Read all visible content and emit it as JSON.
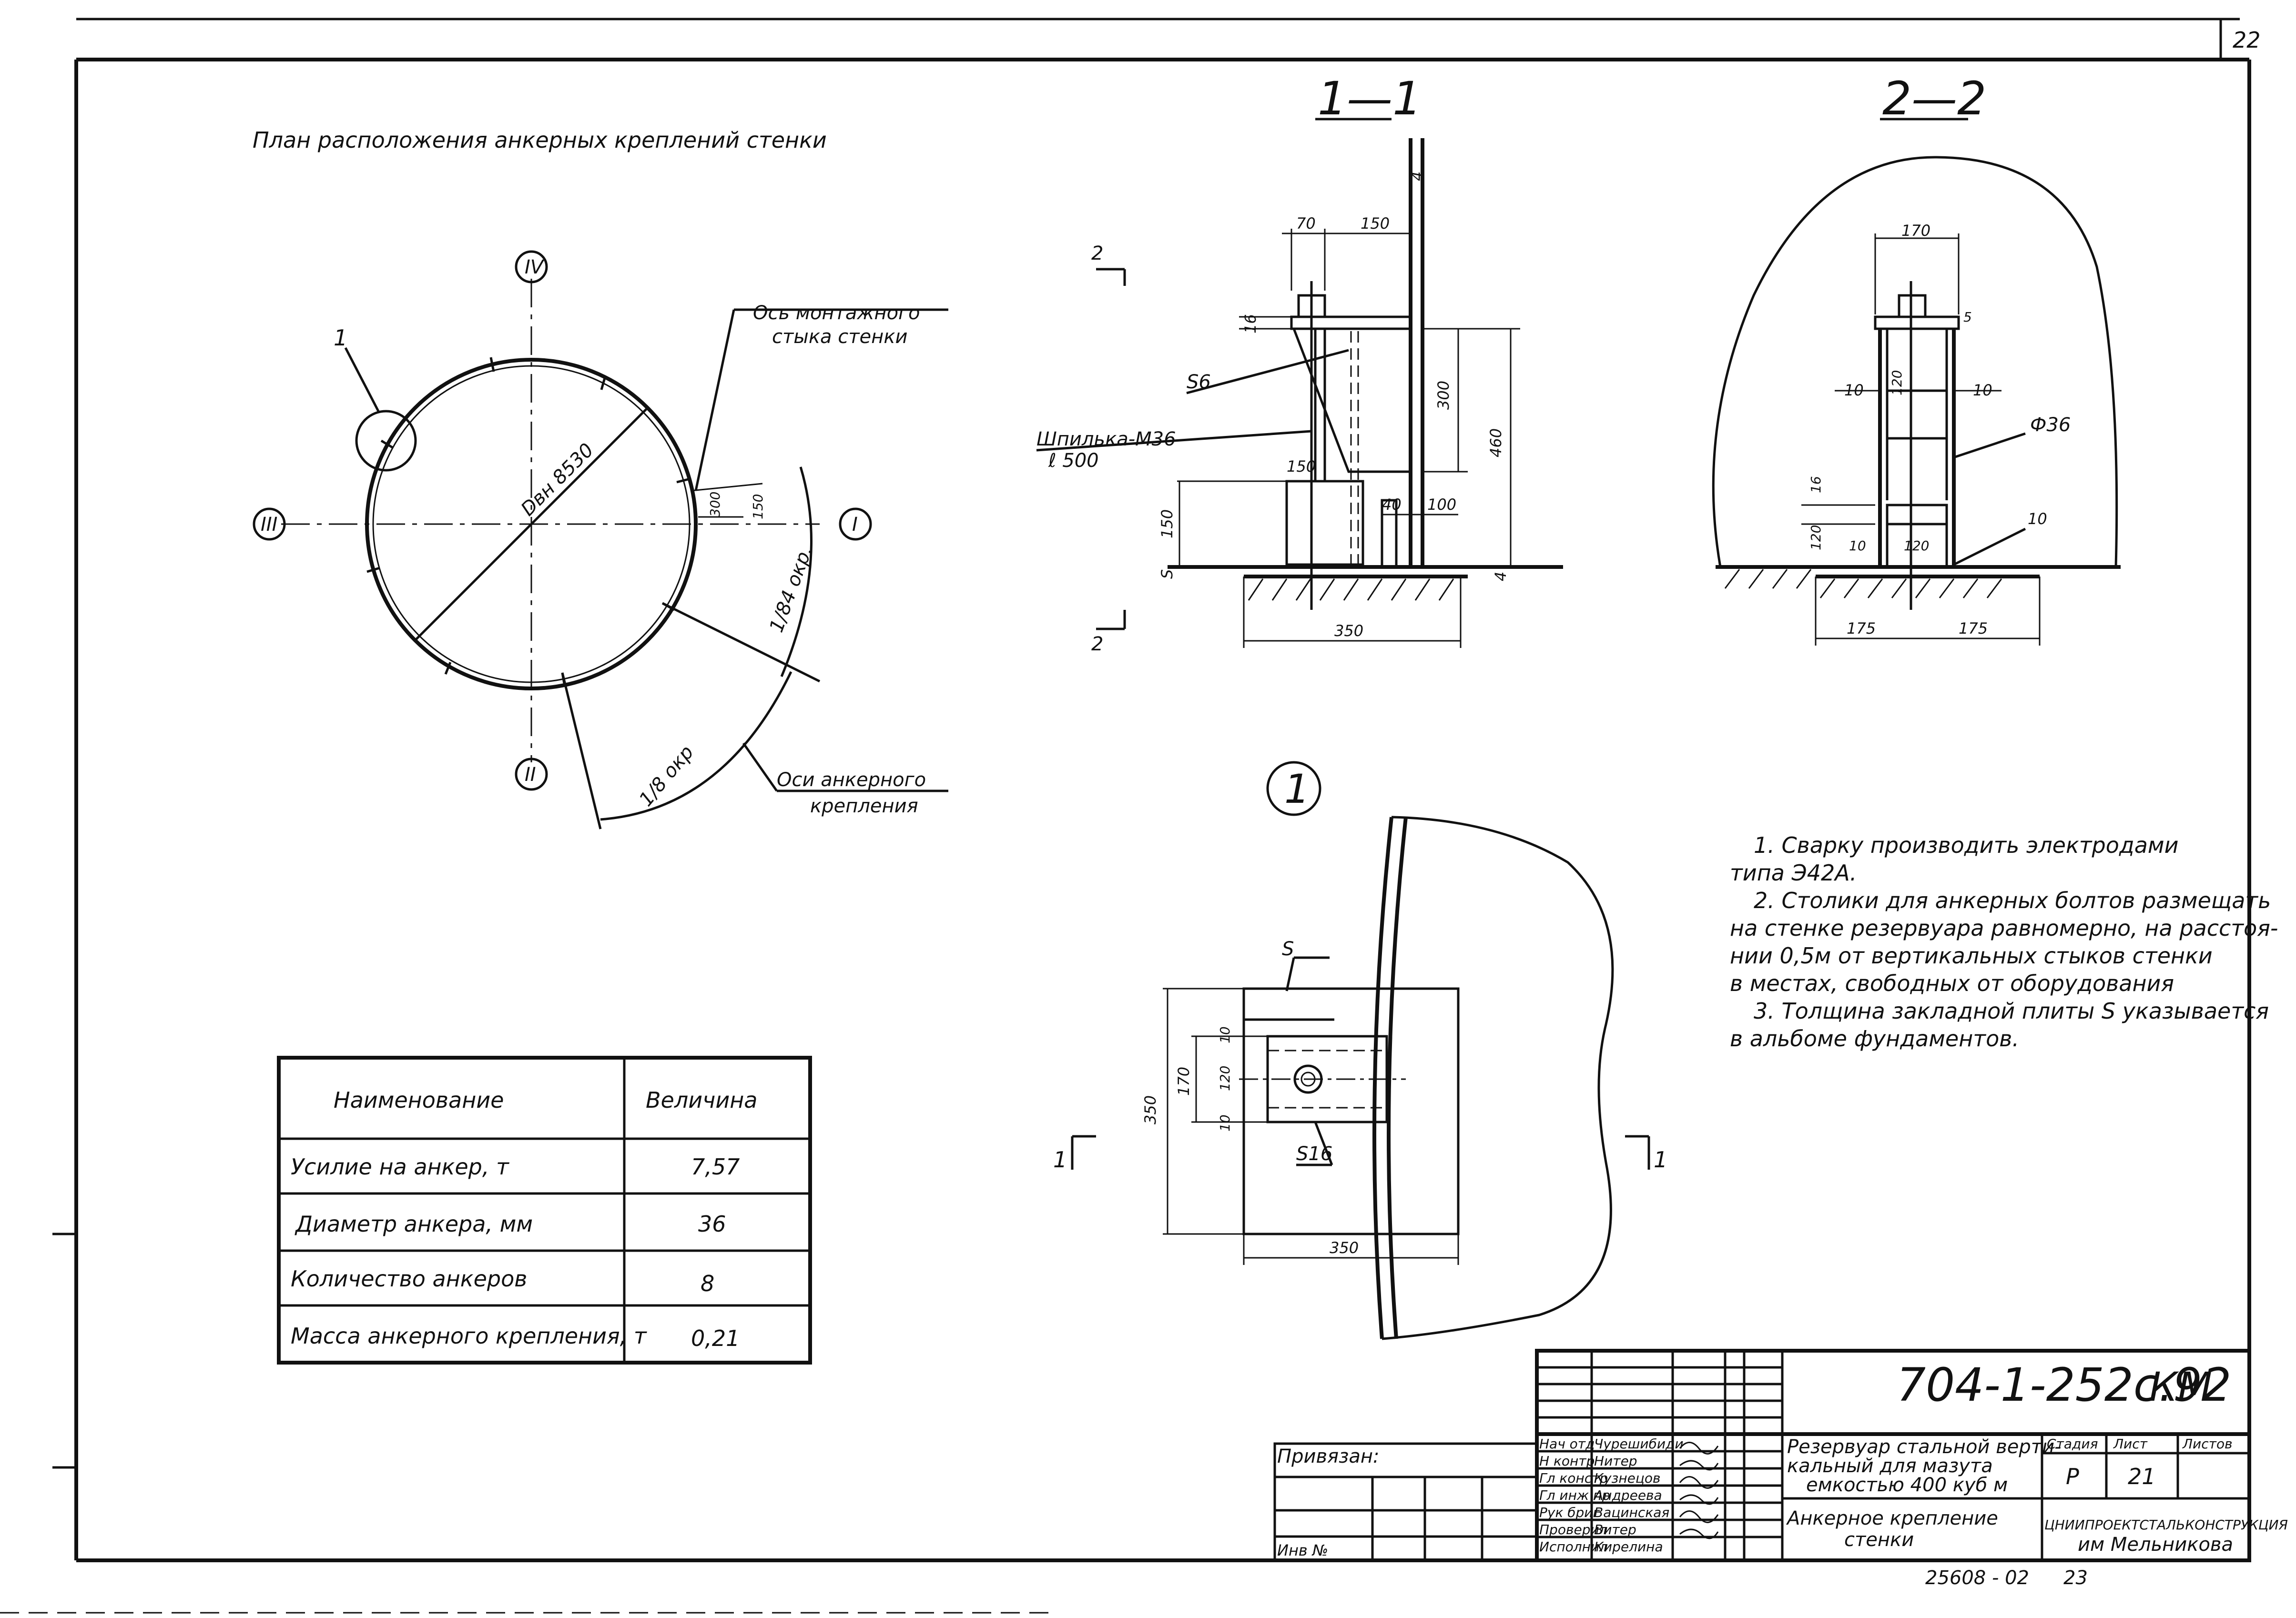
{
  "sheet": {
    "page_number": "22",
    "code": "704-1-252с.92",
    "mark": "КМ",
    "bottom_ref": "25608 - 02",
    "bottom_num": "23"
  },
  "plan": {
    "title": "План расположения анкерных креплений стенки",
    "diameter_label": "Dвн 8530",
    "axes": [
      "I",
      "II",
      "III",
      "IV"
    ],
    "callout": "1",
    "dim_300": "300",
    "dim_150": "150",
    "arc_1_84": "1/84 окр.",
    "arc_1_8": "1/8 окр",
    "label_joint": [
      "Ось монтажного",
      "стыка стенки"
    ],
    "label_anchor": [
      "Оси анкерного",
      "крепления"
    ]
  },
  "section_1_1": {
    "title": "1—1",
    "cut": "2",
    "dims": {
      "d70": "70",
      "d150": "150",
      "d16": "16",
      "d300": "300",
      "d460": "460",
      "d150b": "150",
      "d150c": "150",
      "d40": "40",
      "d100": "100",
      "d350": "350",
      "d4": "4",
      "d4b": "4",
      "dS": "S"
    },
    "weld": "S6",
    "stud": [
      "Шпилька-М36",
      "ℓ 500"
    ]
  },
  "section_2_2": {
    "title": "2—2",
    "dims": {
      "d170": "170",
      "d120": "120",
      "d10a": "10",
      "d10b": "10",
      "d16": "16",
      "d120b": "120",
      "d10c": "10",
      "d120c": "120",
      "d10d": "10",
      "d175a": "175",
      "d175b": "175",
      "d5": "5"
    },
    "phi": "Ф36"
  },
  "detail_1": {
    "title": "1",
    "plate": "S",
    "weld": "S16",
    "cut_left": "1",
    "cut_right": "1",
    "dims": {
      "d350v": "350",
      "d170": "170",
      "d10a": "10",
      "d120": "120",
      "d10b": "10",
      "d350h": "350"
    }
  },
  "notes": [
    "1. Сварку производить электродами",
    "типа Э42А.",
    "2. Столики для анкерных болтов размещать",
    "на стенке резервуара равномерно, на расстоя-",
    "нии 0,5м от вертикальных стыков стенки",
    "в местах, свободных от оборудования",
    "3. Толщина закладной плиты S указывается",
    "в альбоме фундаментов."
  ],
  "table": {
    "headers": [
      "Наименование",
      "Величина"
    ],
    "rows": [
      {
        "name": "Усилие на анкер, т",
        "value": "7,57"
      },
      {
        "name": "Диаметр анкера, мм",
        "value": "36"
      },
      {
        "name": "Количество анкеров",
        "value": "8"
      },
      {
        "name": "Масса анкерного крепления, т",
        "value": "0,21"
      }
    ]
  },
  "title_block": {
    "privyazan": "Привязан:",
    "inv": "Инв №",
    "roles": [
      "Нач отд",
      "Н контр",
      "Гл констр",
      "Гл инж пр",
      "Рук бриг",
      "Проверил",
      "Исполнил"
    ],
    "names": [
      "Чурешибиди",
      "Нитер",
      "Кузнецов",
      "Андреева",
      "Вацинская",
      "Витер",
      "Кирелина"
    ],
    "project": [
      "Резервуар стальной верти-",
      "кальный для мазута",
      "емкостью 400 куб м"
    ],
    "sheet_title": [
      "Анкерное крепление",
      "стенки"
    ],
    "stage_h": "Стадия",
    "sheet_h": "Лист",
    "sheets_h": "Листов",
    "stage": "Р",
    "sheet_no": "21",
    "org": [
      "ЦНИИПРОЕКТСТАЛЬКОНСТРУКЦИЯ",
      "им Мельникова"
    ]
  }
}
